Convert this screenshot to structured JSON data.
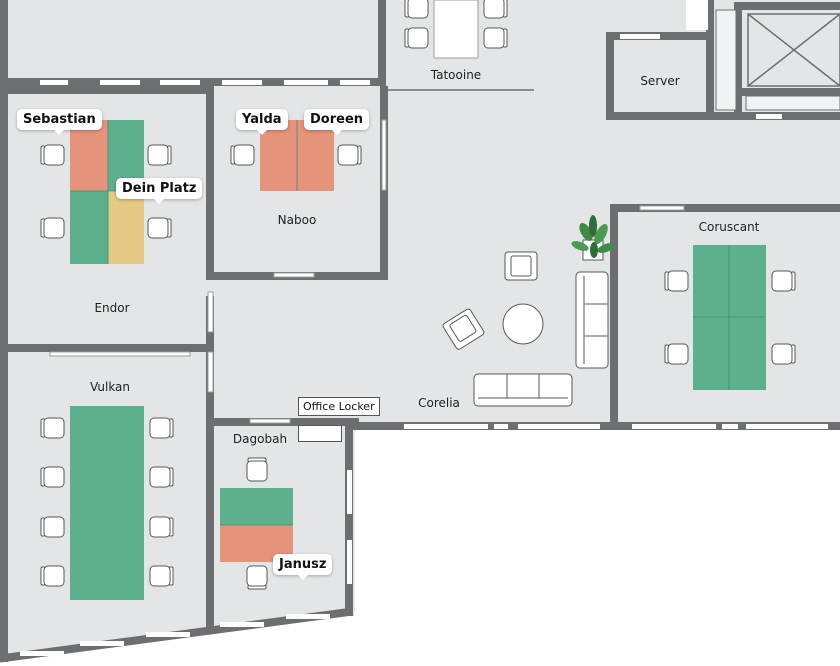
{
  "rooms": {
    "tatooine": "Tatooine",
    "server": "Server",
    "endor": "Endor",
    "naboo": "Naboo",
    "coruscant": "Coruscant",
    "vulkan": "Vulkan",
    "corelia": "Corelia",
    "dagobah": "Dagobah",
    "office_locker": "Office Locker"
  },
  "desk_tags": {
    "sebastian": "Sebastian",
    "dein_platz": "Dein Platz",
    "yalda": "Yalda",
    "doreen": "Doreen",
    "janusz": "Janusz"
  },
  "colors": {
    "wall": "#6c6f72",
    "floor": "#e3e5e7",
    "desk_free": "#5cb08e",
    "desk_taken": "#e5937a",
    "desk_mine": "#e6c985",
    "chair": "#ffffff"
  },
  "icons": [
    "chair-icon",
    "plant-icon",
    "sofa-icon",
    "armchair-icon",
    "round-table-icon",
    "elevator-icon"
  ]
}
